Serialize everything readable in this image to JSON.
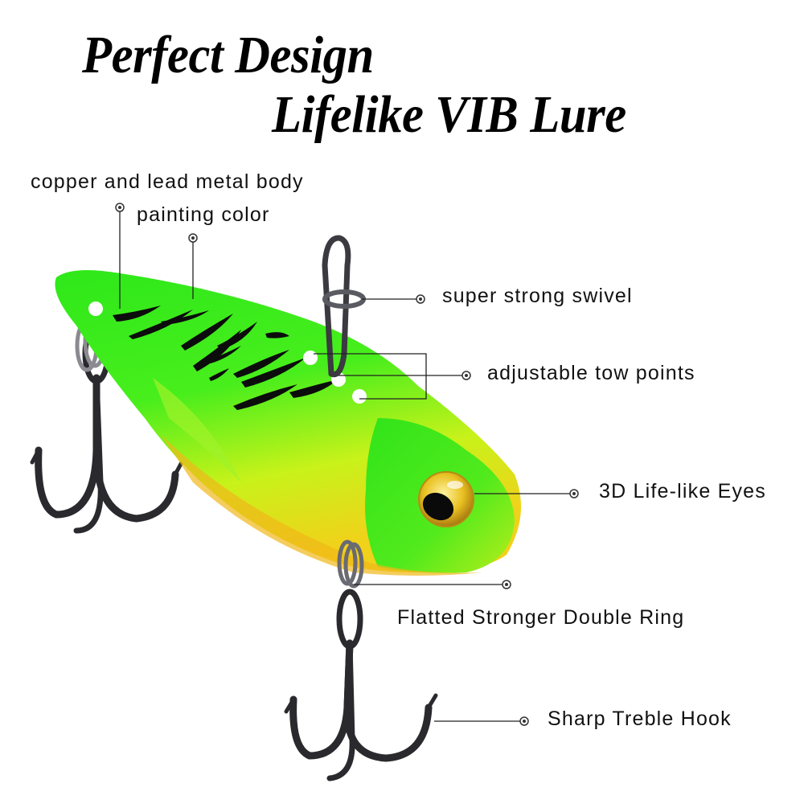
{
  "header": {
    "title_line1": "Perfect Design",
    "title_line2": "Lifelike VIB Lure"
  },
  "callouts": [
    {
      "id": "body",
      "label": "copper and lead metal body"
    },
    {
      "id": "paint",
      "label": "painting color"
    },
    {
      "id": "swivel",
      "label": "super strong swivel"
    },
    {
      "id": "tow",
      "label": "adjustable tow points"
    },
    {
      "id": "eyes",
      "label": "3D Life-like Eyes"
    },
    {
      "id": "ring",
      "label": "Flatted Stronger Double Ring"
    },
    {
      "id": "hook",
      "label": "Sharp Treble Hook"
    }
  ],
  "colors": {
    "body_green": "#39e81c",
    "belly_yellow": "#d8f21a",
    "belly_orange": "#f2a21a",
    "stripe": "#0c0c0c",
    "metal": "#3a3a3e",
    "eye_gold": "#e0b21c"
  }
}
